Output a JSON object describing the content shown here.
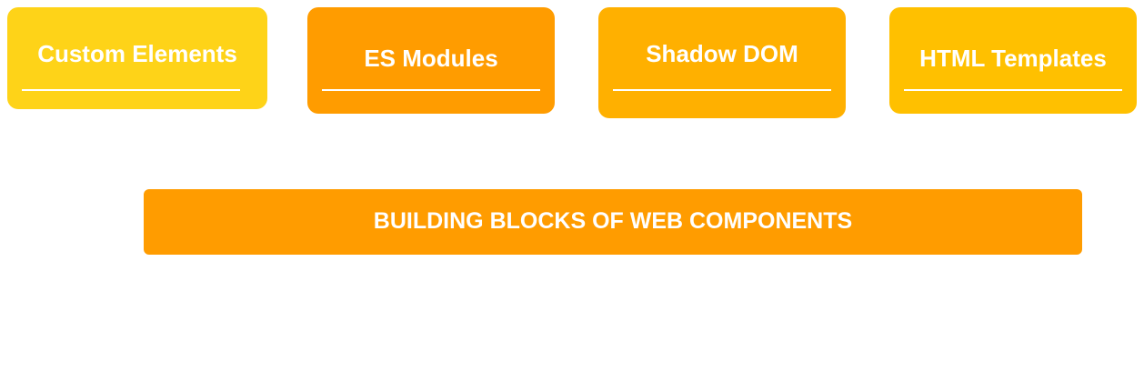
{
  "blocks": [
    {
      "label": "Custom Elements",
      "color": "#FED318"
    },
    {
      "label": "ES Modules",
      "color": "#FF9C00"
    },
    {
      "label": "Shadow DOM",
      "color": "#FFB000"
    },
    {
      "label": "HTML Templates",
      "color": "#FFC000"
    }
  ],
  "banner": {
    "label": "BUILDING BLOCKS OF WEB COMPONENTS",
    "color": "#FF9C00"
  }
}
